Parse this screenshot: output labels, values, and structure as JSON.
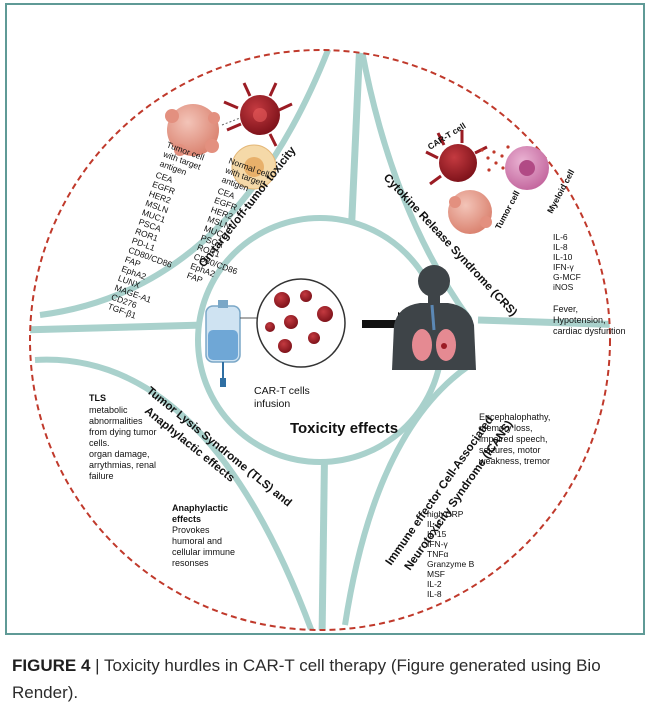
{
  "center": {
    "title": "Toxicity effects",
    "infusion": [
      "CAR-T cells",
      "infusion"
    ]
  },
  "q1": {
    "heading": "On-target/off-tumor toxicity",
    "tumor_label": [
      "Tumor cell",
      "with target",
      "antigen"
    ],
    "tumor_antigens": [
      "CEA",
      "EGFR",
      "HER2",
      "MSLN",
      "MUC1",
      "PSCA",
      "ROR1",
      "PD-L1",
      "CD80/CD86",
      "FAP",
      "EphA2",
      "LUNX",
      "MAGE-A1",
      "CD276",
      "TGF-β1"
    ],
    "normal_label": [
      "Normal cell",
      "with target",
      "antigen"
    ],
    "normal_antigens": [
      "CEA",
      "EGFR",
      "HER2",
      "MSLN",
      "MUC1",
      "PSCA",
      "ROR1",
      "CD80/CD86",
      "EphA2",
      "FAP"
    ]
  },
  "q2": {
    "heading": "Cytokine Release Syndrome (CRS)",
    "cart_label": "CAR-T cell",
    "tumor_label": "Tumor cell",
    "myeloid_label": "Myeloid cell",
    "cytokines": [
      "IL-6",
      "IL-8",
      "IL-10",
      "IFN-γ",
      "G-MCF",
      "iNOS"
    ],
    "symptoms": [
      "Fever,",
      "Hypotension,",
      "cardiac dysfuntion"
    ]
  },
  "q3": {
    "heading": [
      "Tumor Lysis Syndrome (TLS) and",
      "Anaphylactic effects"
    ],
    "tls_title": "TLS",
    "tls_lines": [
      "metabolic",
      "abnormalities",
      "from dying tumor",
      "cells.",
      "organ damage,",
      "arrythmias, renal",
      "failure"
    ],
    "ana_title": [
      "Anaphylactic",
      "effects"
    ],
    "ana_lines": [
      "Provokes",
      "humoral and",
      "cellular immune",
      "resonses"
    ]
  },
  "q4": {
    "heading": [
      "Immune effector Cell-Associated",
      "Neurotoxicity Syndrome (ICANS)"
    ],
    "symptoms": [
      "Encephalophathy,",
      "memory loss,",
      "impaired speech,",
      "seizures, motor",
      "weakness, tremor"
    ],
    "markers": [
      "high CRP",
      "IL-6",
      "IL-15",
      "IFN-γ",
      "TNFα",
      "Granzyme B",
      "MSF",
      "IL-2",
      "IL-8"
    ]
  },
  "caption": {
    "label": "FIGURE 4",
    "text": " | Toxicity hurdles in CAR-T cell therapy (Figure generated using Bio Render)."
  },
  "colors": {
    "frame": "#5f9a96",
    "dashed_circle": "#c0392b",
    "divider": "#a9d1cc",
    "tumor_cell": "#e8a89a",
    "cart_cell": "#9b1c24",
    "myeloid": "#d98ab8",
    "normal_cell": "#f5d9a8"
  }
}
